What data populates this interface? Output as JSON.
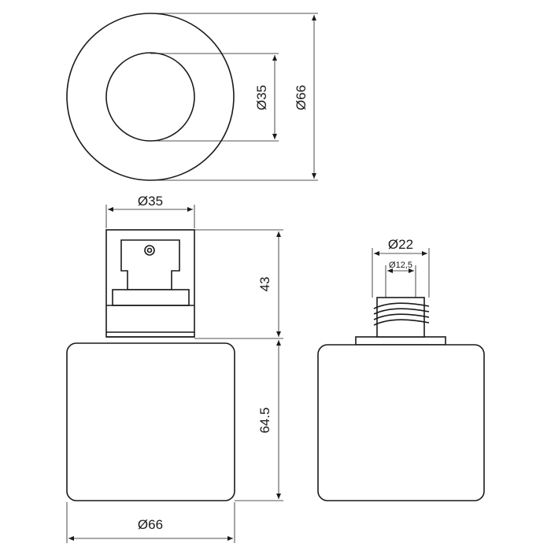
{
  "labels": {
    "top_inner_dia": "Ø35",
    "top_outer_dia": "Ø66",
    "pump_width": "Ø35",
    "pump_height": "43",
    "bottle_height": "64.5",
    "bottle_width": "Ø66",
    "neck_outer": "Ø22",
    "neck_inner": "Ø12,5"
  },
  "colors": {
    "stroke": "#1a1a1a",
    "background": "#ffffff"
  }
}
